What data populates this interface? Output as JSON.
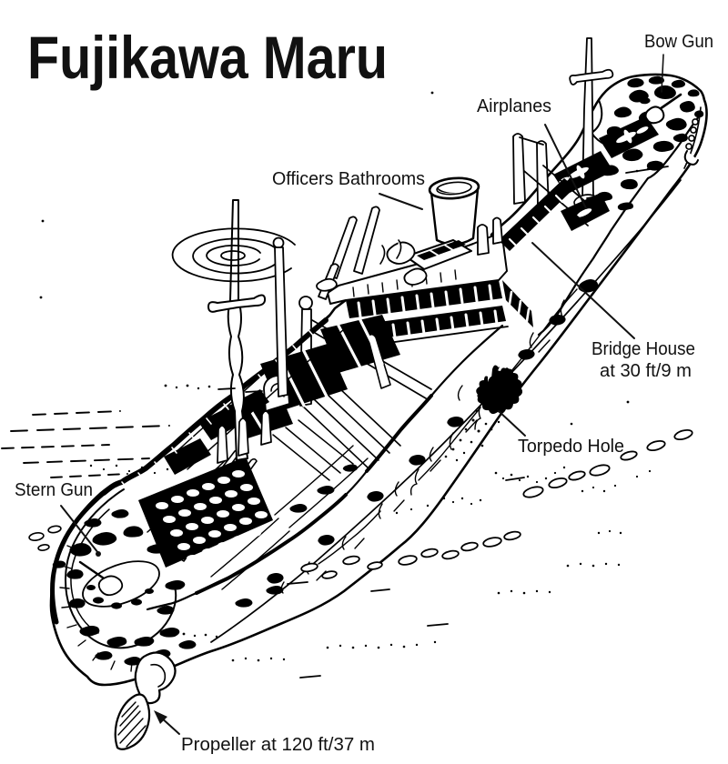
{
  "diagram": {
    "title": "Fujikawa Maru",
    "labels": {
      "bow_gun": "Bow Gun",
      "airplanes": "Airplanes",
      "officers_bathrooms": "Officers Bathrooms",
      "bridge_house_line1": "Bridge House",
      "bridge_house_line2": "at 30 ft/9 m",
      "torpedo_hole": "Torpedo Hole",
      "stern_gun": "Stern Gun",
      "propeller": "Propeller at 120 ft/37 m"
    },
    "colors": {
      "ink": "#000000",
      "background": "#ffffff"
    }
  }
}
